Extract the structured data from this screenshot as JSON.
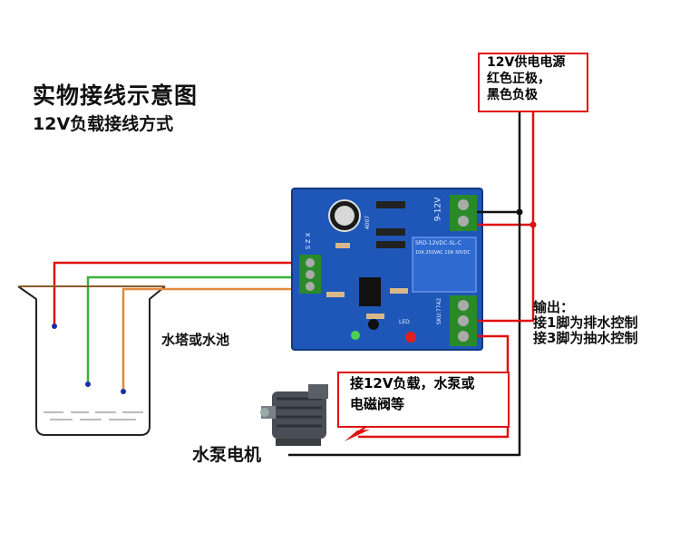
{
  "title": "实物接线示意图",
  "subtitle": "12V负载接线方式",
  "supply_note": {
    "lines": [
      "12V供电电源",
      "红色正极，",
      "黑色负极"
    ]
  },
  "output_note": {
    "lines": [
      "输出：",
      "接1脚为排水控制",
      "接3脚为抽水控制"
    ]
  },
  "load_note": {
    "lines": [
      "接12V负载，水泵或",
      "电磁阀等"
    ]
  },
  "tower_label": "水塔或水池",
  "motor_label": "水泵电机",
  "board_text": {
    "terminal_left": "S Z X",
    "terminal_power": "9-12V",
    "relay": "SRD-12VDC-SL-C",
    "relay_rating": "10A 250VAC 10A 30VDC",
    "sku": "SKU:7742",
    "led": "LED",
    "chip": "4007"
  },
  "colors": {
    "red_wire": "#e01010",
    "black_wire": "#111111",
    "green_wire": "#3ab03a",
    "orange_wire": "#e08a3a",
    "pcb": "#1f57b8"
  }
}
